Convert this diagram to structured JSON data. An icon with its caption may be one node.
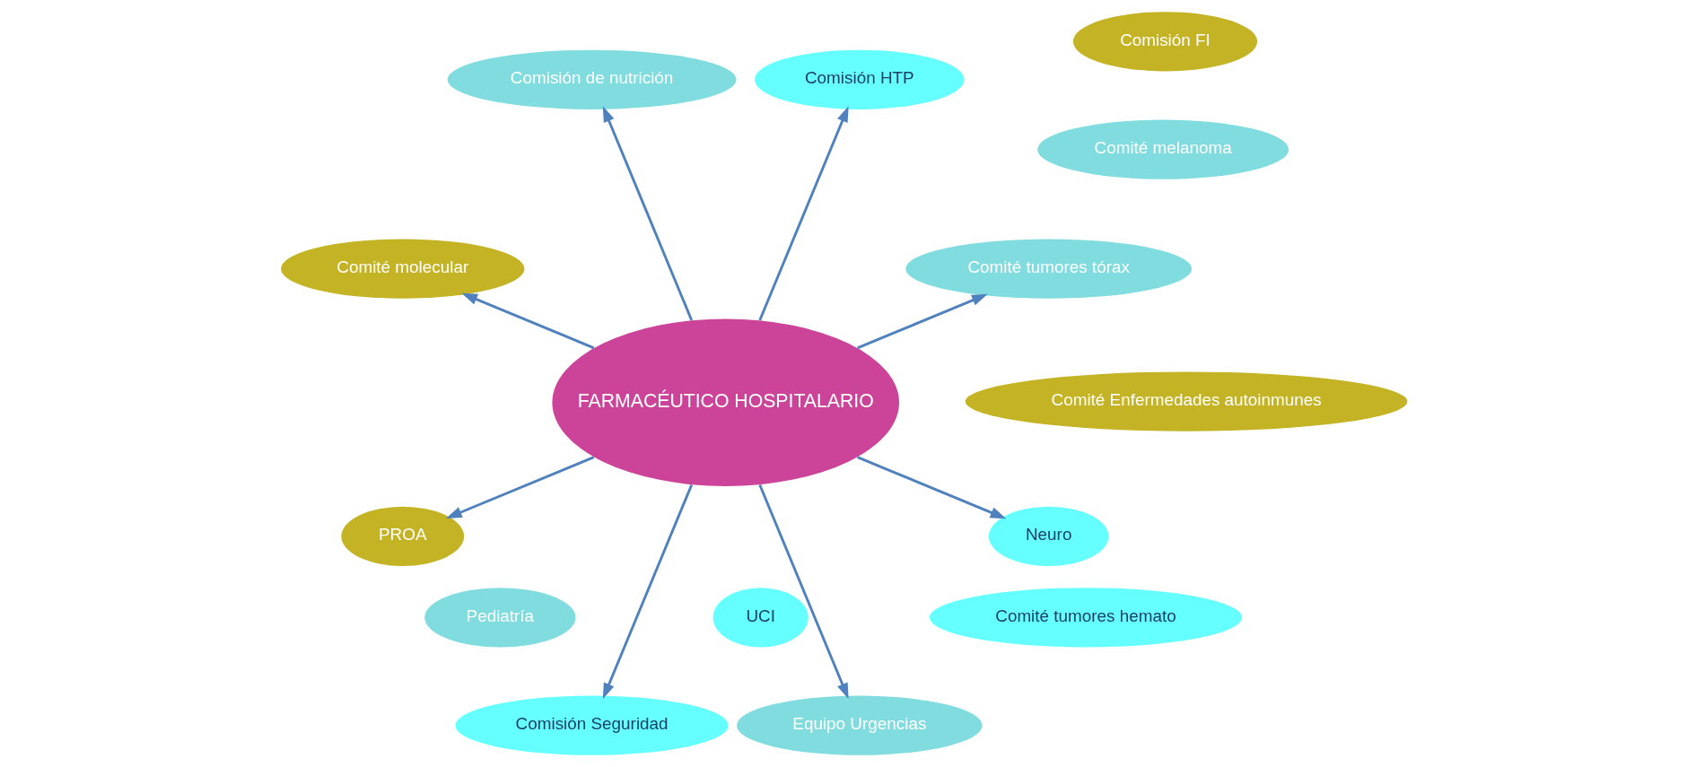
{
  "diagram": {
    "nodes": [
      {
        "text": [
          "Comité tumores hemato"
        ]
      },
      {
        "text": [
          "Comité tumores tórax"
        ]
      },
      {
        "text": [
          "Comisión HTP"
        ]
      },
      {
        "text": [
          "Comisión de nutrición"
        ]
      },
      {
        "text": [
          "Comité Enfermedades autoinmunes"
        ]
      },
      {
        "text": [
          "Comité melanoma"
        ]
      },
      {
        "text": [
          "Comité molecular"
        ]
      },
      {
        "text": [
          "FARMACÉUTICO HOSPITALARIO"
        ]
      },
      {
        "text": [
          "PROA"
        ]
      },
      {
        "text": [
          "UCI"
        ]
      },
      {
        "text": [
          "Comisión FI"
        ]
      },
      {
        "text": [
          "Comisión Seguridad"
        ]
      },
      {
        "text": [
          "Equipo Urgencias"
        ]
      },
      {
        "text": [
          "Neuro"
        ]
      },
      {
        "text": [
          "Pediatría"
        ]
      }
    ],
    "edges": [
      {
        "from": 7,
        "to": 1,
        "arrow": "to"
      },
      {
        "from": 7,
        "to": 2,
        "arrow": "to"
      },
      {
        "from": 7,
        "to": 3,
        "arrow": "to"
      },
      {
        "from": 7,
        "to": 6,
        "arrow": "to"
      },
      {
        "from": 7,
        "to": 8,
        "arrow": "to"
      },
      {
        "from": 7,
        "to": 11,
        "arrow": "to"
      },
      {
        "from": 7,
        "to": 12,
        "arrow": "to"
      },
      {
        "from": 7,
        "to": 13,
        "arrow": "to"
      }
    ]
  }
}
